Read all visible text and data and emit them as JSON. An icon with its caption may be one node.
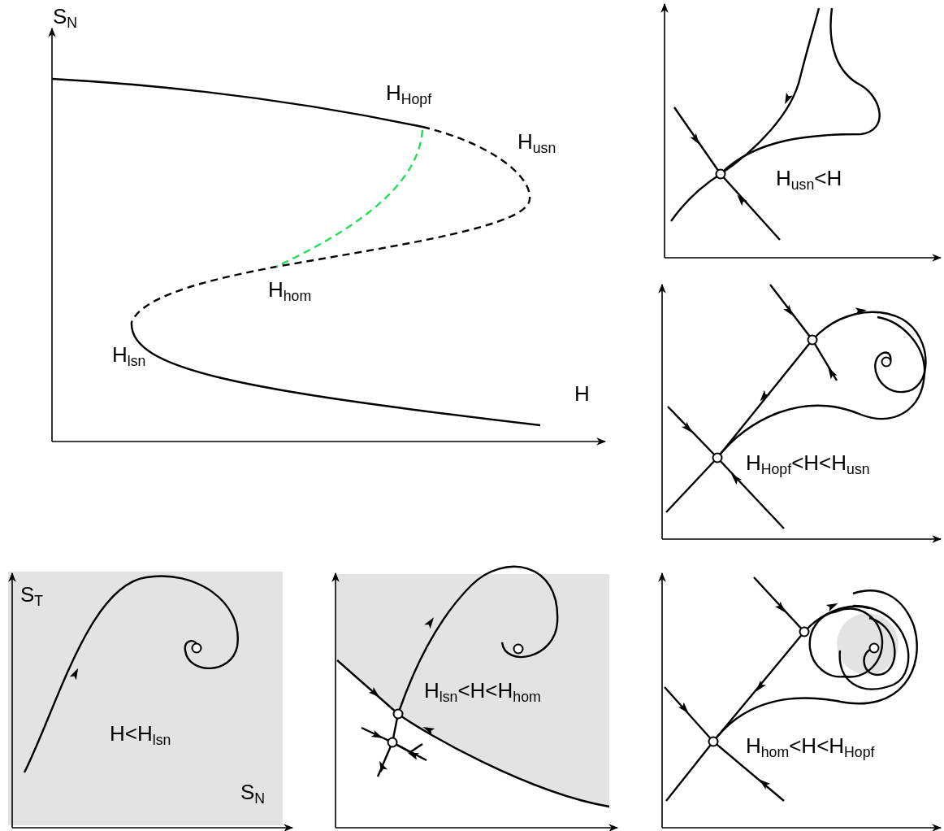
{
  "diagram": {
    "labels": [
      "S$_{N}$",
      "H$_{Hopf}$",
      "H$_{usn}$",
      "H$_{usn}$<H",
      "H$_{hom}$",
      "H$_{lsn}$",
      "H",
      "H$_{Hopf}$<H<H$_{usn}$",
      "S$_{T}$",
      "H$_{lsn}$<H<H$_{hom}$",
      "H<H$_{lsn}$",
      "H$_{hom}$<H<H$_{Hopf}$",
      "S$_{N}$"
    ]
  }
}
